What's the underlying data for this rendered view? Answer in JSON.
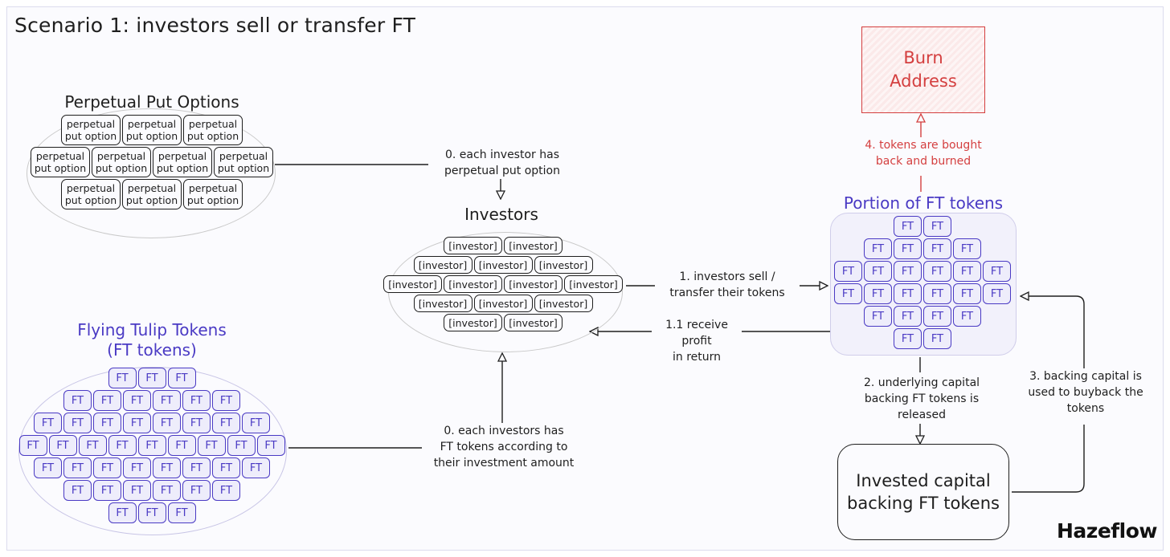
{
  "title": "Scenario 1: investors sell or transfer FT",
  "colors": {
    "accent_purple": "#4a3ac4",
    "burn_red": "#d43f3f",
    "ink": "#1e1e1e",
    "background": "#fbfbfe"
  },
  "put_options": {
    "heading": "Perpetual Put Options",
    "rows": [
      3,
      4,
      3
    ],
    "chip_line1": "perpetual",
    "chip_line2": "put option"
  },
  "investors": {
    "heading": "Investors",
    "rows": [
      2,
      3,
      4,
      3,
      2
    ],
    "chip_label": "[investor]"
  },
  "ft_pool": {
    "heading_line1": "Flying Tulip Tokens",
    "heading_line2": "(FT tokens)",
    "rows": [
      3,
      6,
      8,
      9,
      8,
      6,
      3
    ],
    "chip_label": "FT"
  },
  "portion": {
    "heading": "Portion of FT tokens",
    "rows": [
      2,
      4,
      6,
      6,
      4,
      2
    ],
    "chip_label": "FT"
  },
  "burn": {
    "line1": "Burn",
    "line2": "Address"
  },
  "invested_capital": {
    "line1": "Invested capital",
    "line2": "backing FT tokens"
  },
  "edges": {
    "put_to_investors": [
      "0. each investor has",
      "perpetual put option"
    ],
    "sell_transfer": [
      "1. investors sell /",
      "transfer their tokens"
    ],
    "receive_profit": [
      "1.1 receive profit",
      "in return"
    ],
    "ft_to_investors": [
      "0. each investors has",
      "FT tokens according to",
      "their investment amount"
    ],
    "capital_released": [
      "2. underlying capital",
      "backing FT tokens is",
      "released"
    ],
    "buyback": [
      "3. backing capital is",
      "used to buyback the",
      "tokens"
    ],
    "burned": [
      "4. tokens are bought",
      "back and burned"
    ]
  },
  "logo": "Hazeflow"
}
